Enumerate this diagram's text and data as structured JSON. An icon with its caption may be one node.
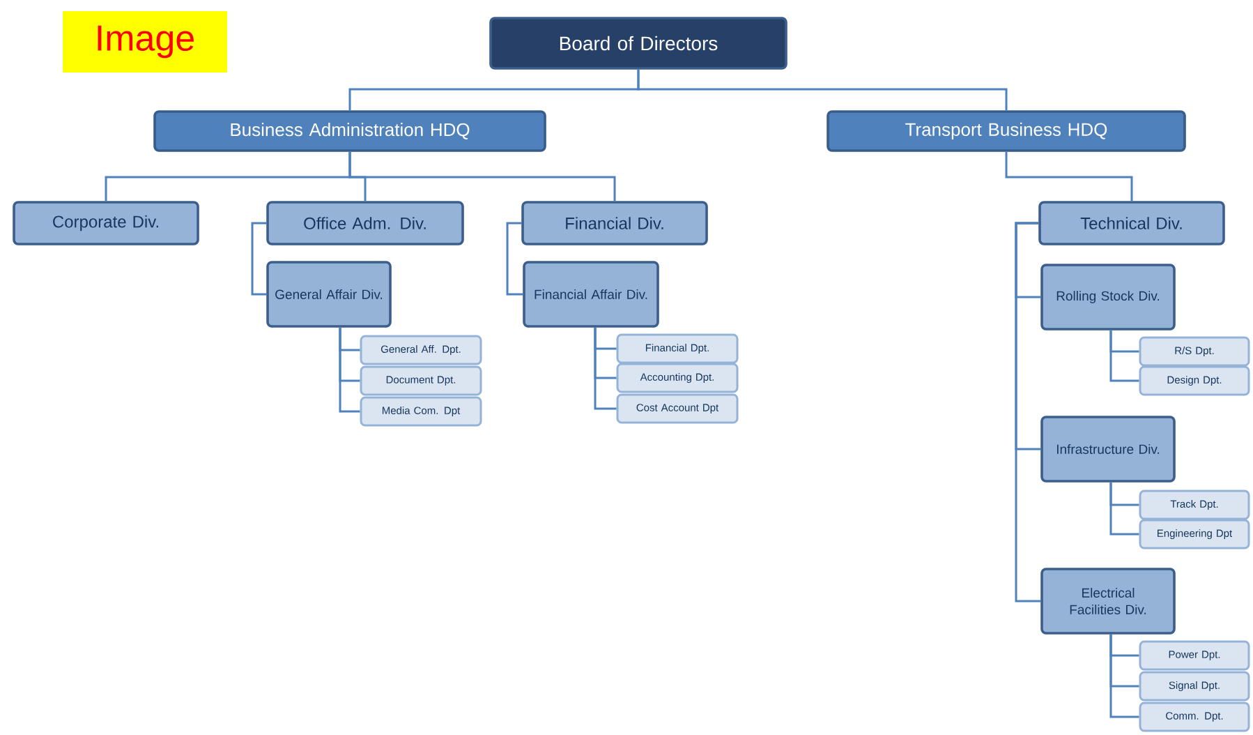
{
  "diagram": {
    "nodes": [
      {
        "text": [
          "Board of Directors"
        ]
      },
      {
        "text": [
          "Business Administration HDQ"
        ]
      },
      {
        "text": [
          "Transport Business HDQ"
        ]
      },
      {
        "text": [
          "Corporate Div."
        ]
      },
      {
        "text": [
          "Office Adm. Div."
        ]
      },
      {
        "text": [
          "Financial Div."
        ]
      },
      {
        "text": [
          "Technical Div."
        ]
      },
      {
        "text": [
          "General Affair Div."
        ]
      },
      {
        "text": [
          "General Aff. Dpt."
        ]
      },
      {
        "text": [
          "Document Dpt."
        ]
      },
      {
        "text": [
          "Media Com. Dpt"
        ]
      },
      {
        "text": [
          "Financial Affair Div."
        ]
      },
      {
        "text": [
          "Financial Dpt."
        ]
      },
      {
        "text": [
          "Accounting Dpt."
        ]
      },
      {
        "text": [
          "Cost Account Dpt"
        ]
      },
      {
        "text": [
          "Rolling Stock Div."
        ]
      },
      {
        "text": [
          "R/S Dpt."
        ]
      },
      {
        "text": [
          "Design Dpt."
        ]
      },
      {
        "text": [
          "Infrastructure Div."
        ]
      },
      {
        "text": [
          "Track Dpt."
        ]
      },
      {
        "text": [
          "Engineering Dpt"
        ]
      },
      {
        "text": [
          "Electrical Facilities Div."
        ]
      },
      {
        "text": [
          "Power Dpt."
        ]
      },
      {
        "text": [
          "Signal Dpt."
        ]
      },
      {
        "text": [
          "Comm. Dpt."
        ]
      }
    ],
    "edges": [
      {
        "from": 0,
        "to": 1,
        "arrow": "none"
      },
      {
        "from": 0,
        "to": 2,
        "arrow": "none"
      },
      {
        "from": 1,
        "to": 3,
        "arrow": "none"
      },
      {
        "from": 1,
        "to": 4,
        "arrow": "none"
      },
      {
        "from": 1,
        "to": 5,
        "arrow": "none"
      },
      {
        "from": 2,
        "to": 6,
        "arrow": "none"
      },
      {
        "from": 4,
        "to": 7,
        "arrow": "none"
      },
      {
        "from": 7,
        "to": 8,
        "arrow": "none"
      },
      {
        "from": 7,
        "to": 9,
        "arrow": "none"
      },
      {
        "from": 7,
        "to": 10,
        "arrow": "none"
      },
      {
        "from": 5,
        "to": 11,
        "arrow": "none"
      },
      {
        "from": 11,
        "to": 12,
        "arrow": "none"
      },
      {
        "from": 11,
        "to": 13,
        "arrow": "none"
      },
      {
        "from": 11,
        "to": 14,
        "arrow": "none"
      },
      {
        "from": 6,
        "to": 15,
        "arrow": "none"
      },
      {
        "from": 6,
        "to": 18,
        "arrow": "none"
      },
      {
        "from": 6,
        "to": 21,
        "arrow": "none"
      },
      {
        "from": 15,
        "to": 16,
        "arrow": "none"
      },
      {
        "from": 15,
        "to": 17,
        "arrow": "none"
      },
      {
        "from": 18,
        "to": 19,
        "arrow": "none"
      },
      {
        "from": 18,
        "to": 20,
        "arrow": "none"
      },
      {
        "from": 21,
        "to": 22,
        "arrow": "none"
      },
      {
        "from": 21,
        "to": 23,
        "arrow": "none"
      },
      {
        "from": 21,
        "to": 24,
        "arrow": "none"
      }
    ],
    "labels": [
      "Image"
    ]
  }
}
